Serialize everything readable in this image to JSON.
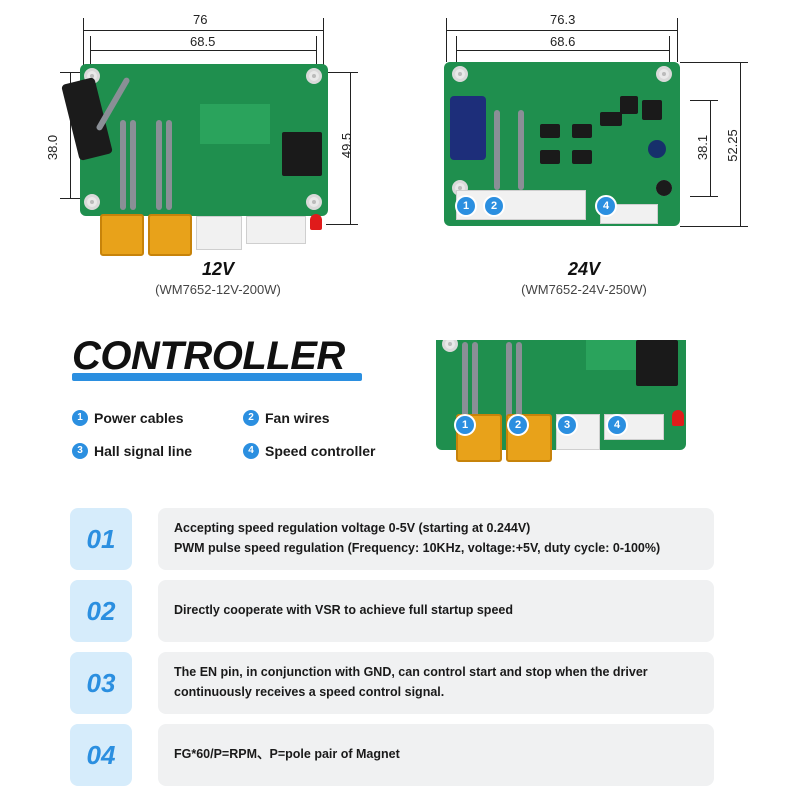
{
  "left_board": {
    "dim_top_outer": "76",
    "dim_top_inner": "68.5",
    "dim_left": "38.0",
    "dim_right": "49.5",
    "voltage": "12V",
    "model": "(WM7652-12V-200W)"
  },
  "right_board": {
    "dim_top_outer": "76.3",
    "dim_top_inner": "68.6",
    "dim_right_inner": "38.1",
    "dim_right_outer": "52.25",
    "voltage": "24V",
    "model": "(WM7652-24V-250W)",
    "badges": [
      "1",
      "2",
      "4"
    ]
  },
  "controller": {
    "heading": "CONTROLLER",
    "accent_color": "#2b8fe0",
    "legend": [
      {
        "num": "1",
        "label": "Power cables"
      },
      {
        "num": "2",
        "label": "Fan wires"
      },
      {
        "num": "3",
        "label": "Hall signal line"
      },
      {
        "num": "4",
        "label": "Speed controller"
      }
    ],
    "photo_badges": [
      "1",
      "2",
      "3",
      "4"
    ]
  },
  "features": [
    {
      "num": "01",
      "lines": [
        "Accepting speed regulation voltage 0-5V (starting at 0.244V)",
        "PWM pulse speed regulation (Frequency: 10KHz, voltage:+5V, duty cycle: 0-100%)"
      ]
    },
    {
      "num": "02",
      "lines": [
        "Directly cooperate with VSR to achieve full startup speed"
      ]
    },
    {
      "num": "03",
      "lines": [
        "The EN pin, in conjunction with GND, can control start and stop when the driver",
        "continuously receives a speed control signal."
      ]
    },
    {
      "num": "04",
      "lines": [
        "FG*60/P=RPM、P=pole pair of Magnet"
      ]
    }
  ]
}
